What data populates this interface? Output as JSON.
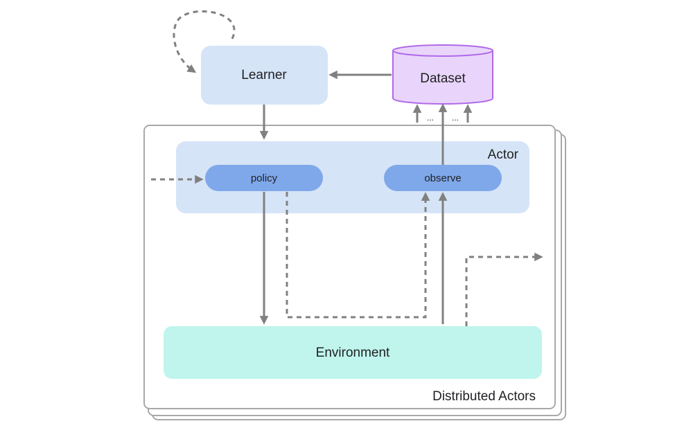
{
  "nodes": {
    "learner": "Learner",
    "dataset": "Dataset",
    "actor": "Actor",
    "policy": "policy",
    "observe": "observe",
    "environment": "Environment",
    "distributed_actors": "Distributed Actors",
    "ellipsis_left": "...",
    "ellipsis_right": "..."
  },
  "colors": {
    "learner_fill": "#d6e4f7",
    "dataset_fill": "#e9d5fb",
    "dataset_stroke": "#b069e8",
    "actor_fill": "#d6e4f7",
    "pill_fill": "#7fa8ea",
    "environment_fill": "#bff5ed",
    "arrow": "#808080",
    "frame_stroke": "#a8a8a8"
  }
}
